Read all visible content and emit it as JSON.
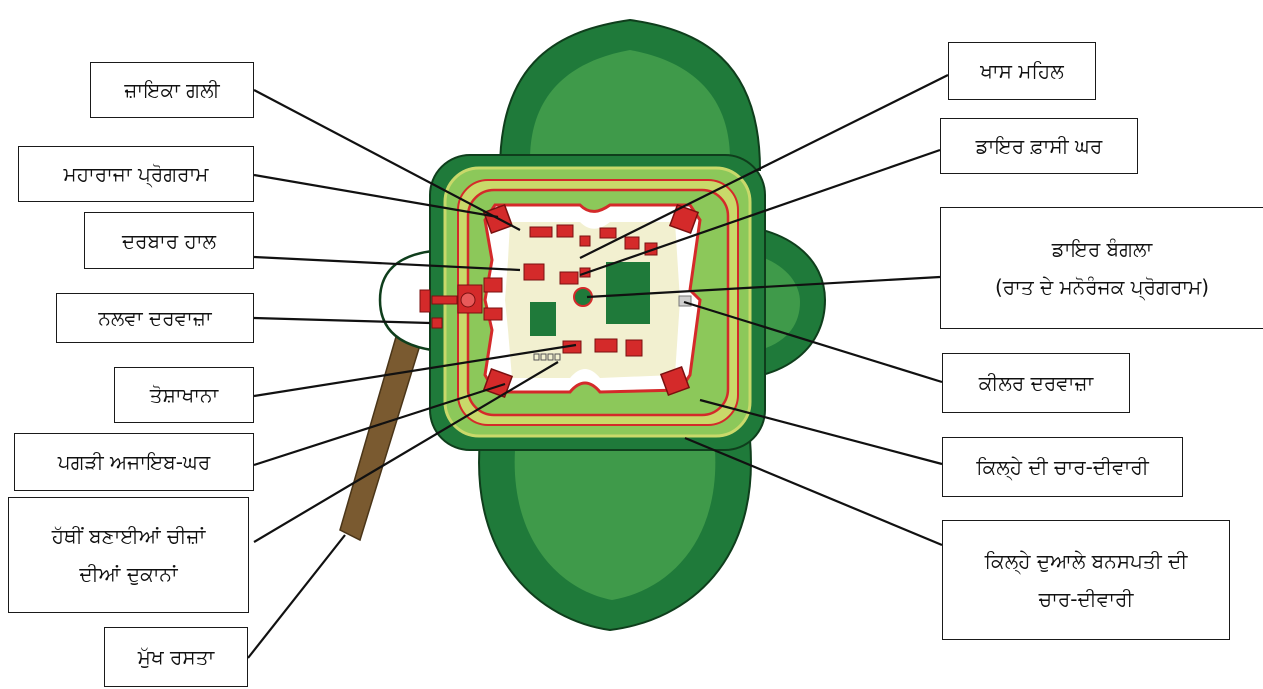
{
  "labels": {
    "zaika_gali": "ਜ਼ਾਇਕਾ ਗਲੀ",
    "maharaja_program": "ਮਹਾਰਾਜਾ ਪ੍ਰੋਗਰਾਮ",
    "darbar_hall": "ਦਰਬਾਰ ਹਾਲ",
    "nalwa_gate": "ਨਲਵਾ ਦਰਵਾਜ਼ਾ",
    "toshakhana": "ਤੋਸ਼ਾਖਾਨਾ",
    "turban_museum": "ਪਗੜੀ ਅਜਾਇਬ-ਘਰ",
    "handicraft_shops_1": "ਹੱਥੀਂ ਬਣਾਈਆਂ ਚੀਜ਼ਾਂ",
    "handicraft_shops_2": "ਦੀਆਂ ਦੁਕਾਨਾਂ",
    "main_path": "ਮੁੱਖ ਰਸਤਾ",
    "khas_mahal": "ਖਾਸ ਮਹਿਲ",
    "dyer_gallows": "ਡਾਇਰ ਫ਼ਾਸੀ ਘਰ",
    "dyer_bungalow_1": "ਡਾਇਰ ਬੰਗਲਾ",
    "dyer_bungalow_2": "(ਰਾਤ ਦੇ ਮਨੋਰੰਜਕ ਪ੍ਰੋਗਰਾਮ)",
    "keeler_gate": "ਕੀਲਰ ਦਰਵਾਜ਼ਾ",
    "fort_wall": "ਕਿਲ੍ਹੇ ਦੀ ਚਾਰ-ਦੀਵਾਰੀ",
    "green_wall_1": "ਕਿਲ੍ਹੇ ਦੁਆਲੇ ਬਨਸਪਤੀ ਦੀ",
    "green_wall_2": "ਚਾਰ-ਦੀਵਾਰੀ"
  },
  "colors": {
    "dark_green": "#1f7a3a",
    "mid_green": "#3f9a4a",
    "light_green": "#8cc85a",
    "yellow_green": "#c9d96a",
    "plaza": "#f2f0d0",
    "red": "#d42a2a",
    "path_brown": "#7a5a30",
    "leader_line": "#111111"
  }
}
